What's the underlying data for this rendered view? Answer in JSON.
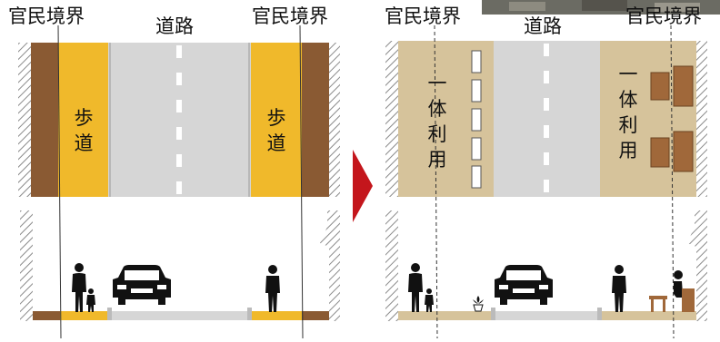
{
  "labels": {
    "boundary_left_before": "官民境界",
    "road_before": "道路",
    "boundary_right_before": "官民境界",
    "boundary_left_after": "官民境界",
    "road_after": "道路",
    "boundary_right_after": "官民境界",
    "sidewalk_left": "歩道",
    "sidewalk_right": "歩道",
    "integrated_left": "一体利用",
    "integrated_right": "一体利用"
  },
  "colors": {
    "building": "#8a5a33",
    "sidewalk": "#f0b92b",
    "road": "#d6d6d6",
    "integrated": "#d6c39b",
    "lane_mark": "#ffffff",
    "arrow": "#c4161c",
    "furniture": "#a0683a",
    "silhouette": "#111111"
  },
  "icons": [
    "adult-icon",
    "child-icon",
    "car-icon",
    "plant-icon",
    "bench-icon",
    "seated-person-icon",
    "arrow-right-icon"
  ]
}
